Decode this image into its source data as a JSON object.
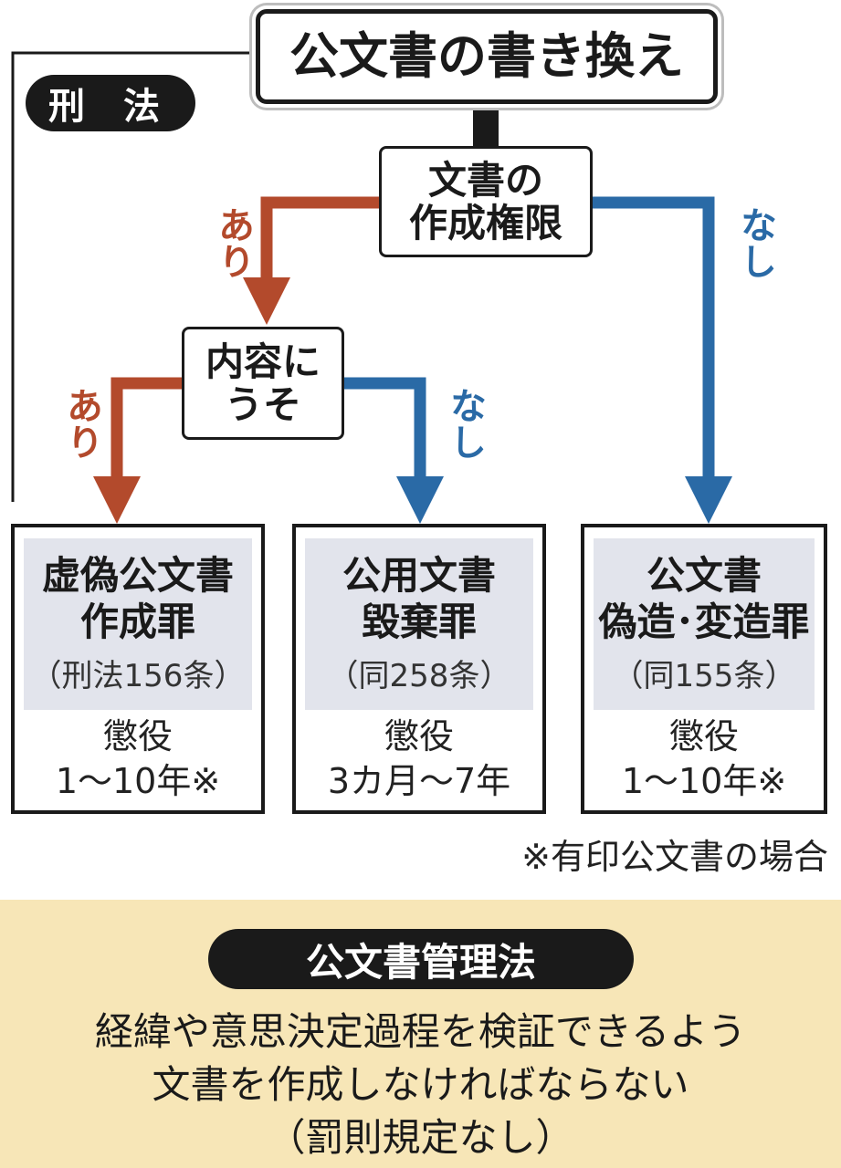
{
  "title": "公文書の書き換え",
  "criminal_law_label": "刑 法",
  "question_authority": [
    "文書の",
    "作成権限"
  ],
  "question_falsehood": [
    "内容に",
    "うそ"
  ],
  "branch_yes": "あり",
  "branch_no": "なし",
  "results": [
    {
      "name": [
        "虚偽公文書",
        "作成罪"
      ],
      "law": "（刑法156条）",
      "penalty": [
        "懲役",
        "1～10年※"
      ]
    },
    {
      "name": [
        "公用文書",
        "毀棄罪"
      ],
      "law": "（同258条）",
      "penalty": [
        "懲役",
        "3カ月～7年"
      ]
    },
    {
      "name": [
        "公文書",
        "偽造･変造罪"
      ],
      "law": "（同155条）",
      "penalty": [
        "懲役",
        "1～10年※"
      ]
    }
  ],
  "footnote": "※有印公文書の場合",
  "management": {
    "label": "公文書管理法",
    "lines": [
      "経緯や意思決定過程を検証できるよう",
      "文書を作成しなければならない",
      "（罰則規定なし）"
    ]
  },
  "colors": {
    "yes_arrow": "#b34a2c",
    "no_arrow": "#2a6aa6",
    "management_bg": "#f7e6b7",
    "result_header_bg": "#e2e4ec"
  }
}
